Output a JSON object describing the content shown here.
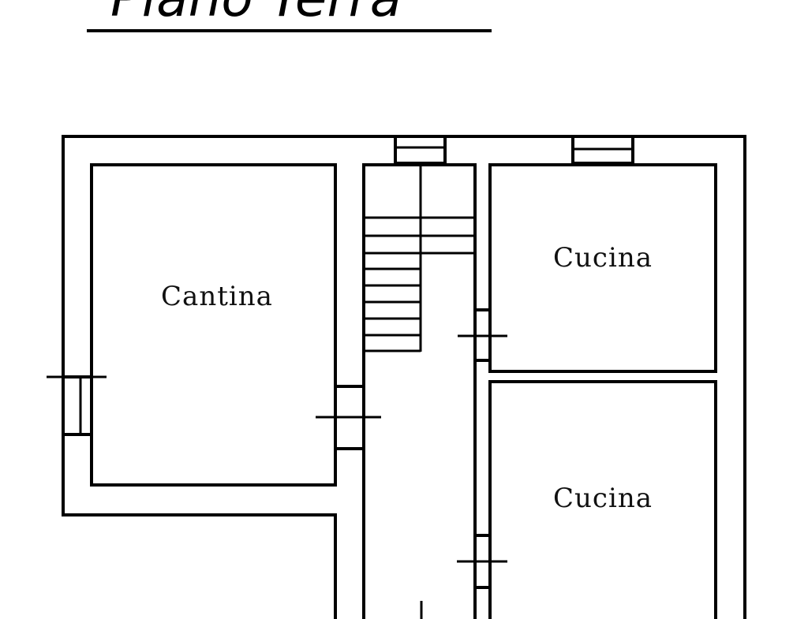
{
  "title": "Piano Terra",
  "rooms": [
    {
      "name": "Cantina"
    },
    {
      "name": "Cucina"
    },
    {
      "name": "Cucina"
    }
  ],
  "colors": {
    "line": "#000000",
    "background": "#ffffff"
  }
}
